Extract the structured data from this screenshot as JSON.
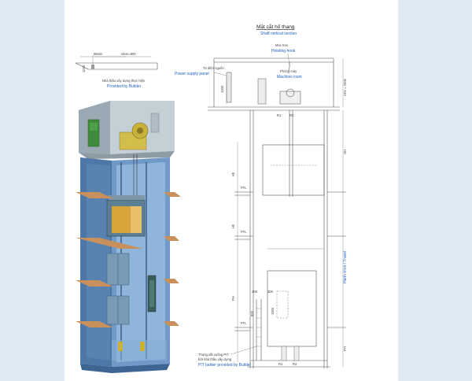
{
  "section": {
    "title_vi": "Mặt cắt hố thang",
    "title_en": "Shaft vertical section"
  },
  "labels": {
    "hoisting_hook_vi": "Móc treo",
    "hoisting_hook_en": "Hoisting hook",
    "power_panel_vi": "Tủ điện nguồn",
    "power_panel_en": "Power supply panel",
    "machine_room_vi": "Phòng máy",
    "machine_room_en": "Machine room",
    "builder_vi": "Nhà thầu xây dựng thực hiện",
    "builder_en": "Provided by Builder",
    "pit_ladder_vi_1": "Thang sắt xuống PIT",
    "pit_ladder_vi_2": "bởi nhà thầu xây dựng",
    "pit_ladder_en": "PIT ladder provided by Builder",
    "travel": "Hành trình / Travel"
  },
  "dimensions": {
    "d_95min": "95min",
    "d_width": "Idem=800",
    "d_1000a": "1000",
    "d_1000b": "1000",
    "r1": "R1",
    "r2": "R2",
    "hmr": "Hmr = 2000",
    "oh": "OH",
    "fh1": "Hh",
    "fh2": "Hh",
    "ffl1": "FFL",
    "ffl2": "FFL",
    "ffl3": "FFL",
    "pt": "PIT",
    "ph": "PH",
    "d300a": "300",
    "d300b": "300",
    "d1500": "1500",
    "d800": "800",
    "pit_r1": "R1",
    "pit_r2": "R2"
  }
}
